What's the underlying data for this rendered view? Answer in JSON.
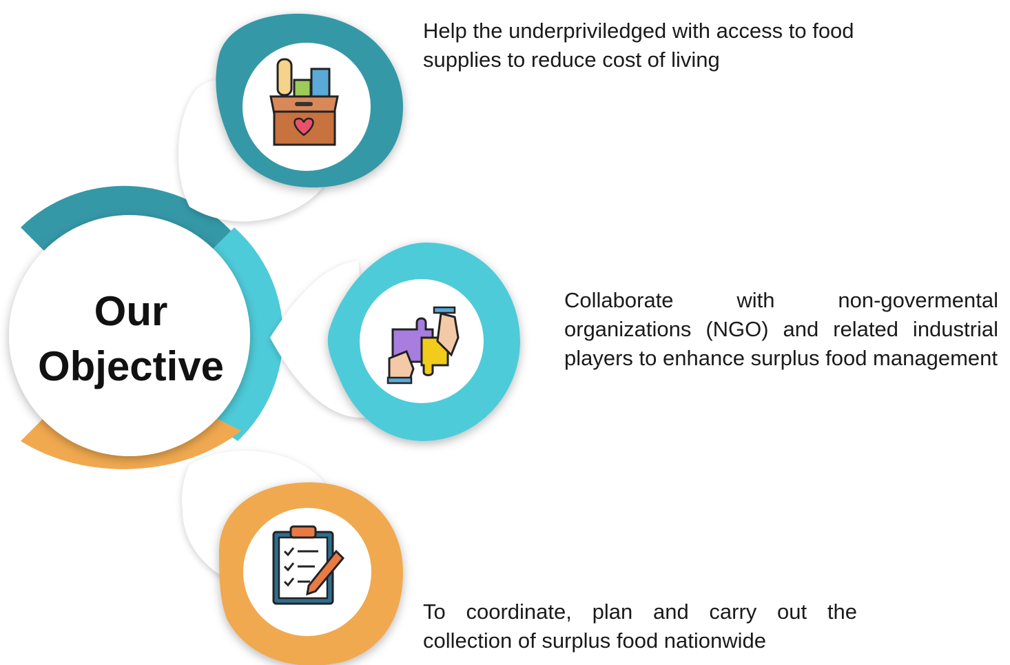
{
  "center": {
    "title_line1": "Our",
    "title_line2": "Objective"
  },
  "objectives": [
    {
      "text": "Help the underpriviledged with access to food supplies to reduce cost of living",
      "color": "#3598a7",
      "icon": "food-donation-box-icon"
    },
    {
      "text": "Collaborate with non-govermental organizations (NGO) and related industrial players to enhance surplus food management",
      "color": "#4ecbd9",
      "icon": "puzzle-handshake-icon"
    },
    {
      "text": "To coordinate, plan and carry out the collection of surplus food nationwide",
      "color": "#f0a94f",
      "icon": "checklist-clipboard-icon"
    }
  ]
}
